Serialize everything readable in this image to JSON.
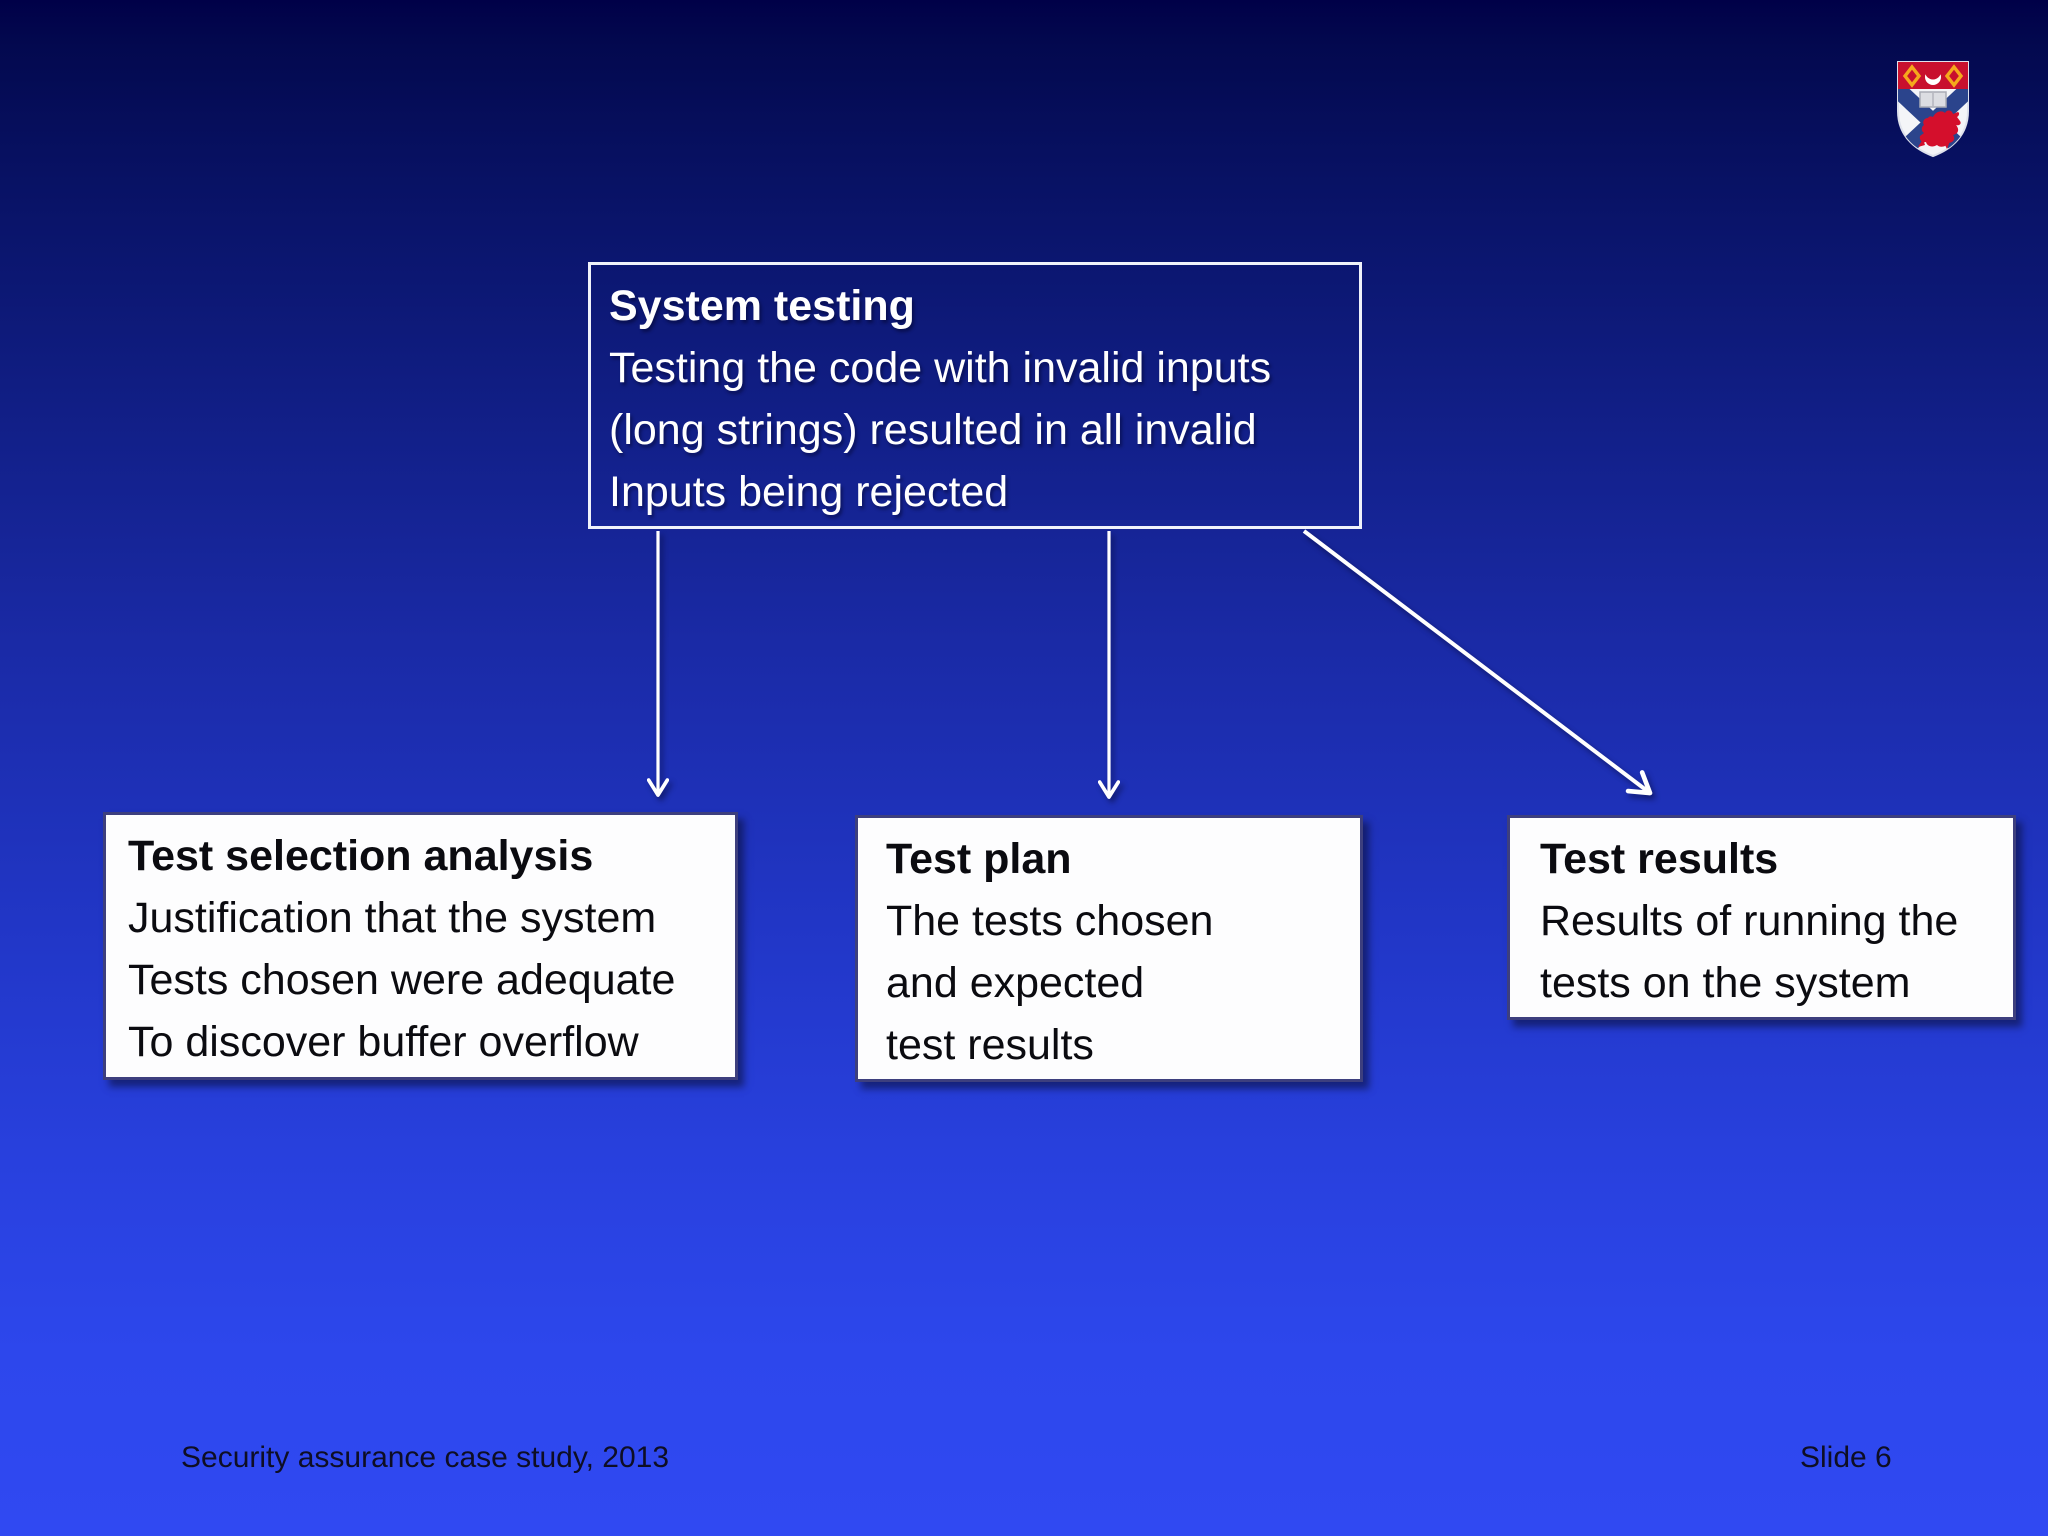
{
  "slide": {
    "footer_left": "Security assurance case study, 2013",
    "footer_right": "Slide 6"
  },
  "diagram": {
    "root": {
      "title": "System testing",
      "lines": [
        "Testing the code with invalid inputs",
        "(long strings) resulted in all invalid",
        "Inputs being rejected"
      ]
    },
    "children": [
      {
        "title": "Test selection analysis",
        "lines": [
          "Justification that the system",
          "Tests chosen were adequate",
          "To discover buffer overflow"
        ]
      },
      {
        "title": "Test plan",
        "lines": [
          "The tests chosen",
          "and expected",
          "test results"
        ]
      },
      {
        "title": "Test results",
        "lines": [
          "Results of running the",
          "tests on the system"
        ]
      }
    ]
  },
  "logo": {
    "name": "University of St Andrews crest",
    "chief_red": "#c8102e",
    "saltire_blue": "#2b448c",
    "mascle_gold": "#f5a81c",
    "lion_red": "#d40f2c"
  },
  "colors": {
    "background_top": "#000048",
    "background_bottom": "#3049f2",
    "root_box_border": "#f0f2fa",
    "child_box_fill": "#fdfdfe",
    "child_box_border": "#3d3f7e",
    "root_text": "#ffffff",
    "child_text": "#0b0b10",
    "arrow": "#ffffff",
    "footer_text": "#0e0e24"
  }
}
